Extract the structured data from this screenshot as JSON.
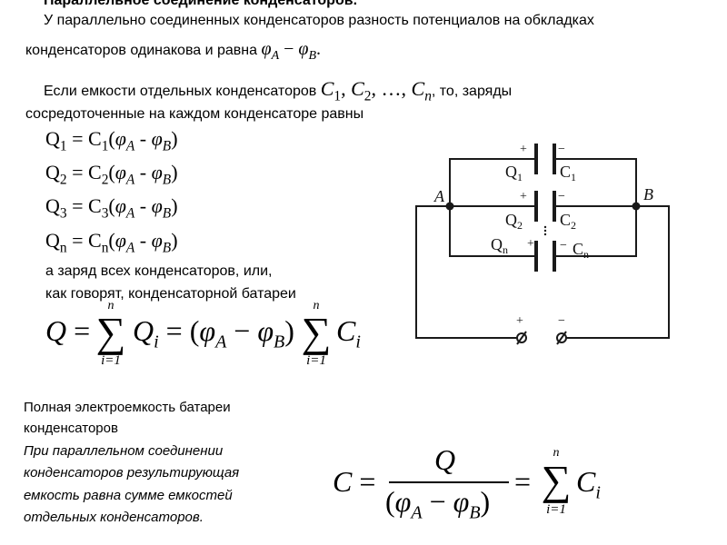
{
  "header": {
    "title": "Параллельное соединение конденсаторов."
  },
  "para1": {
    "line1": "У параллельно соединенных конденсаторов разность потенциалов на обкладках",
    "line2_prefix": "конденсаторов одинакова и равна "
  },
  "para2": {
    "line1_prefix": "Если емкости отдельных конденсаторов ",
    "line1_suffix": ", то, заряды",
    "line2": "сосредоточенные на каждом конденсаторе равны"
  },
  "formulas": {
    "q1": {
      "q_sub": "1",
      "c_sub": "1"
    },
    "q2": {
      "q_sub": "2",
      "c_sub": "2"
    },
    "q3": {
      "q_sub": "3",
      "c_sub": "3"
    },
    "qn": {
      "q_sub": "n",
      "c_sub": "n"
    }
  },
  "battery_text": {
    "line1": "а заряд всех конденсаторов, или,",
    "line2": "как говорят, конденсаторной батареи"
  },
  "sum_limits": {
    "upper": "n",
    "lower": "i=1"
  },
  "capacitance": {
    "line1": "Полная электроемкость батареи",
    "line2": "конденсаторов",
    "italic1": "При параллельном соединении",
    "italic2": "конденсаторов результирующая",
    "italic3": "емкость равна сумме емкостей",
    "italic4": "отдельных конденсаторов."
  },
  "diagram": {
    "node_a": "A",
    "node_b": "B",
    "caps": [
      {
        "q": "Q",
        "q_sub": "1",
        "c": "C",
        "c_sub": "1"
      },
      {
        "q": "Q",
        "q_sub": "2",
        "c": "C",
        "c_sub": "2"
      },
      {
        "q": "Q",
        "q_sub": "n",
        "c": "C",
        "c_sub": "n"
      }
    ],
    "plus": "+",
    "minus": "−"
  }
}
